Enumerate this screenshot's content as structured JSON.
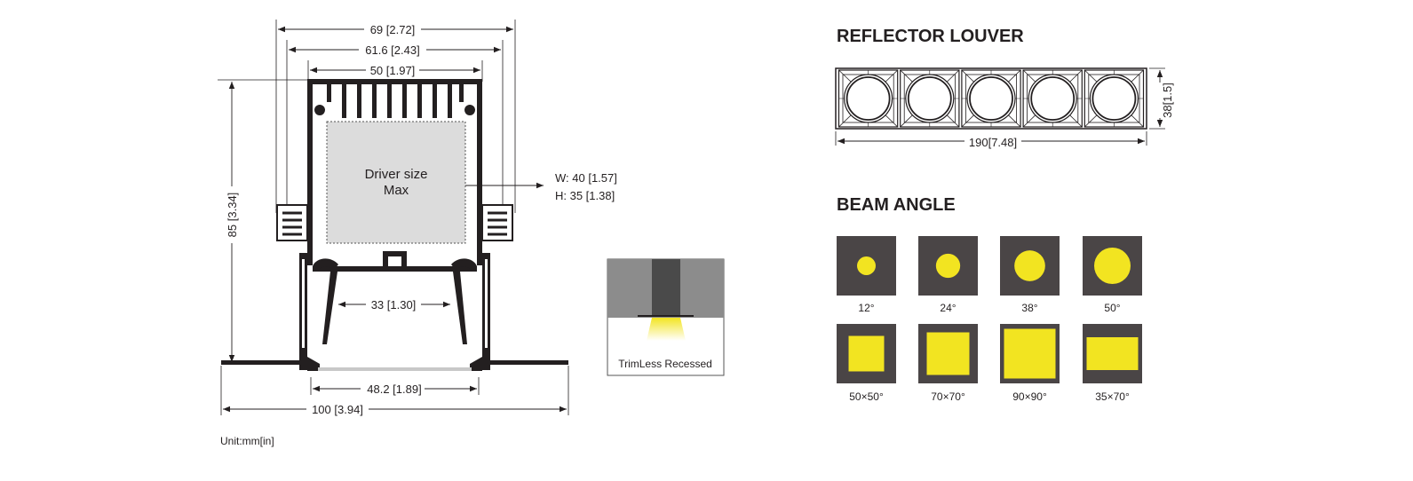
{
  "colors": {
    "profile": "#231f20",
    "driver_fill": "#dcdcdc",
    "beam_bg": "#4a4546",
    "beam_light": "#f2e421",
    "wall_gray": "#8c8c8c",
    "dark_gray": "#4a4a4a",
    "diffuser": "#c8c8c8"
  },
  "cross_section": {
    "dims": {
      "overall_top": "69 [2.72]",
      "inner_top": "61.6 [2.43]",
      "body_top": "50 [1.97]",
      "height": "85 [3.34]",
      "opening": "33 [1.30]",
      "diffuser": "48.2 [1.89]",
      "flange": "100 [3.94]"
    },
    "driver": {
      "line1": "Driver size",
      "line2": "Max",
      "width": "W: 40 [1.57]",
      "height": "H: 35 [1.38]"
    },
    "unit": "Unit:mm[in]"
  },
  "install": {
    "label": "TrimLess Recessed"
  },
  "louver": {
    "title": "REFLECTOR LOUVER",
    "cells": 5,
    "width_dim": "190[7.48]",
    "height_dim": "38[1.5]"
  },
  "beam": {
    "title": "BEAM ANGLE",
    "round": [
      {
        "label": "12°",
        "size": 12
      },
      {
        "label": "24°",
        "size": 24
      },
      {
        "label": "38°",
        "size": 38
      },
      {
        "label": "50°",
        "size": 50
      }
    ],
    "square": [
      {
        "label": "50×50°",
        "w": 50,
        "h": 50
      },
      {
        "label": "70×70°",
        "w": 70,
        "h": 70
      },
      {
        "label": "90×90°",
        "w": 90,
        "h": 90
      },
      {
        "label": "35×70°",
        "w": 70,
        "h": 35
      }
    ]
  }
}
